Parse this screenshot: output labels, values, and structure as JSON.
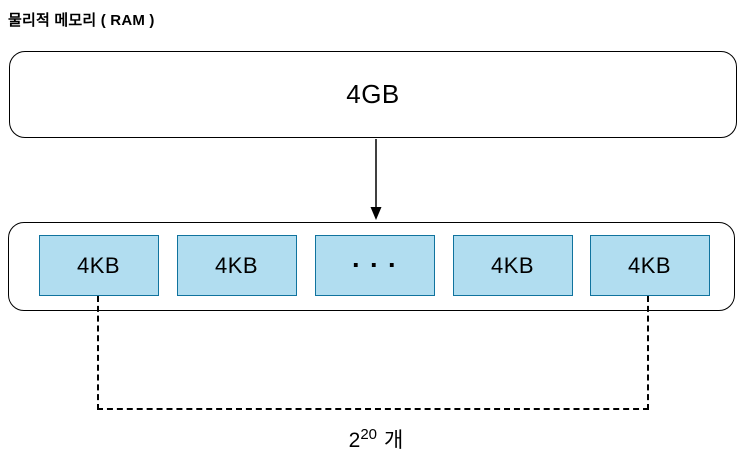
{
  "title": "물리적 메모리 ( RAM )",
  "ram": {
    "label": "4GB"
  },
  "pages": {
    "cells": [
      "4KB",
      "4KB",
      "···",
      "4KB",
      "4KB"
    ]
  },
  "count": {
    "base": "2",
    "exponent": "20",
    "suffix": "개"
  },
  "colors": {
    "cell_fill": "#B1DDF0",
    "cell_border": "#10739E",
    "line": "#000000"
  }
}
